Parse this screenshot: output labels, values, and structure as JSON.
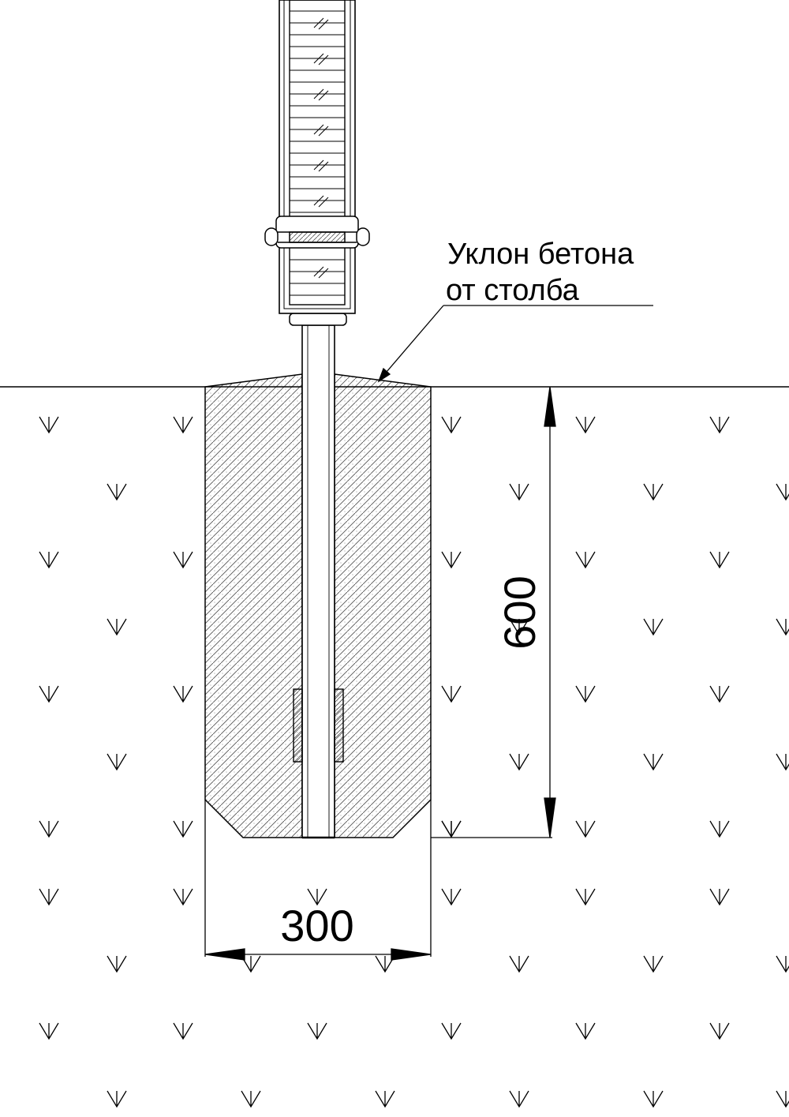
{
  "note": {
    "line1": "Уклон бетона",
    "line2": "от столба"
  },
  "dimensions": {
    "depth": "600",
    "width": "300"
  },
  "colors": {
    "line": "#000000",
    "background": "#ffffff",
    "concrete_hatch": "#555555"
  }
}
